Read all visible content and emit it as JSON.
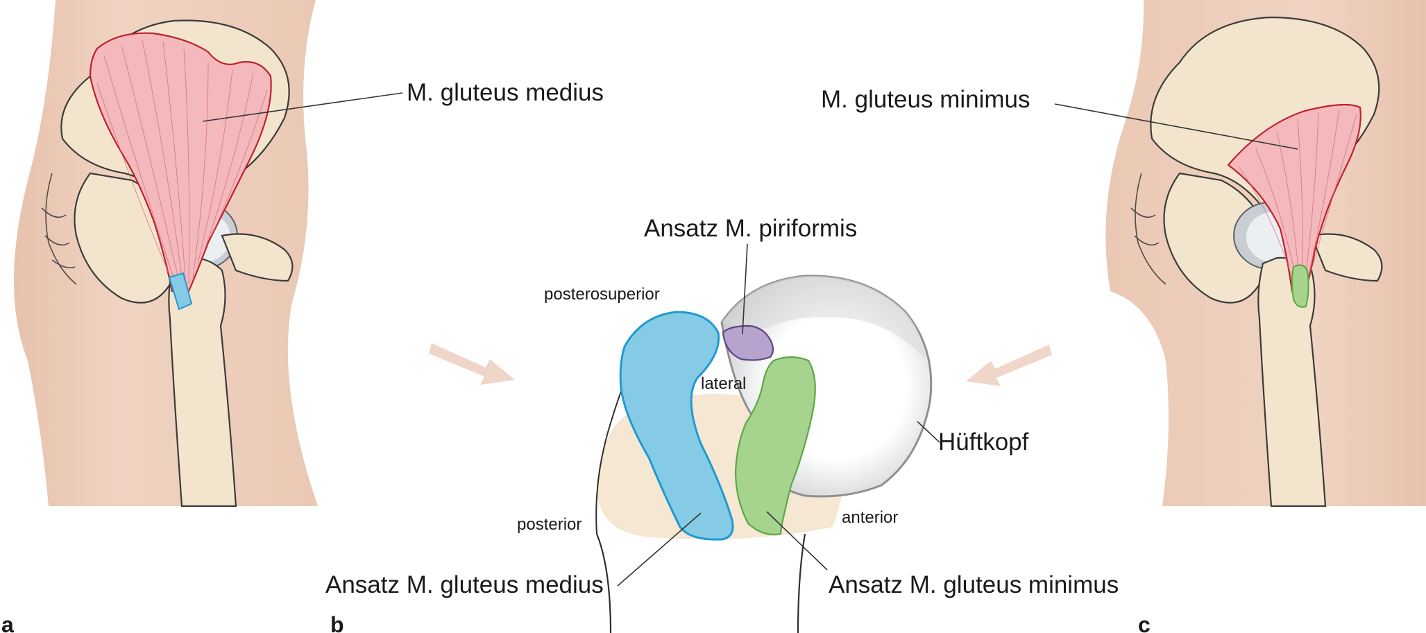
{
  "labels": {
    "gluteus_medius": "M. gluteus medius",
    "gluteus_minimus": "M. gluteus minimus",
    "ansatz_piriformis": "Ansatz M. piriformis",
    "posterosuperior": "posterosuperior",
    "lateral": "lateral",
    "posterior": "posterior",
    "anterior": "anterior",
    "hueftkopf": "Hüftkopf",
    "ansatz_gluteus_medius": "Ansatz M. gluteus medius",
    "ansatz_gluteus_minimus": "Ansatz M. gluteus minimus"
  },
  "panels": {
    "a": "a",
    "b": "b",
    "c": "c"
  },
  "colors": {
    "skin": "#eecdb8",
    "bone": "#f3e5cd",
    "muscle": "#f4b9bd",
    "muscle_outline": "#c0202c",
    "medius_insertion": "#86cbe6",
    "medius_outline": "#1f9ad1",
    "minimus_insertion": "#a6d38e",
    "minimus_outline": "#5aa845",
    "piriformis": "#b8a3cf",
    "piriformis_outline": "#5a4680",
    "femoral_head": "#cfd1d3",
    "arrow": "#f0d6c8"
  }
}
